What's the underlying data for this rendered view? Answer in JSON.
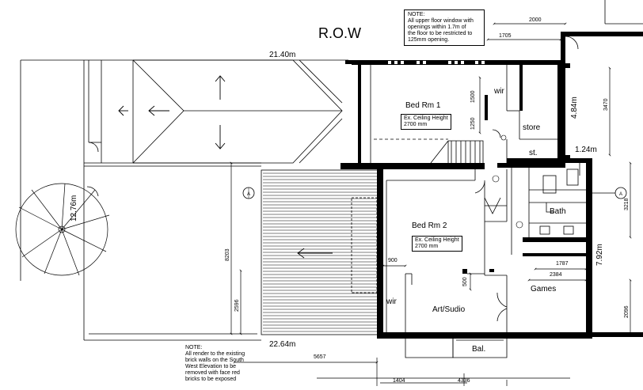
{
  "title": "R.O.W",
  "notes": {
    "top": [
      "NOTE:",
      "All upper floor window with",
      "openings within 1.7m of",
      "the floor to be restricted to",
      "125mm opening."
    ],
    "bottom": [
      "NOTE:",
      "All render to the existing",
      "brick walls on the South",
      "West Elevation to be",
      "removed with face red",
      "bricks to be exposed"
    ]
  },
  "rooms": {
    "bed1": "Bed Rm 1",
    "bed1_ceiling": [
      "Ex. Ceiling Height",
      "2700 mm"
    ],
    "bed2": "Bed Rm 2",
    "bed2_ceiling": [
      "Ex. Ceiling Height",
      "2700 mm"
    ],
    "wir_top": "wir",
    "wir_bottom": "wir",
    "store": "store",
    "st": "st.",
    "bath": "Bath",
    "art": "Art/Sudio",
    "games": "Games",
    "bal": "Bal."
  },
  "dimensions": {
    "d2140": "21.40m",
    "d2264": "22.64m",
    "d1276": "12.76m",
    "d484": "4.84m",
    "d124": "1.24m",
    "d792": "7.92m",
    "d2000": "2000",
    "d1705": "1705",
    "d1500": "1500",
    "d1250": "1250",
    "d3470": "3470",
    "d8203": "8203",
    "d2596": "2596",
    "d900": "900",
    "d500": "500",
    "d1787": "1787",
    "d2384": "2384",
    "d3218": "3218",
    "d2096": "2096",
    "d5657": "5657",
    "d1404": "1404",
    "d4336": "4336"
  },
  "section_marker": "A"
}
